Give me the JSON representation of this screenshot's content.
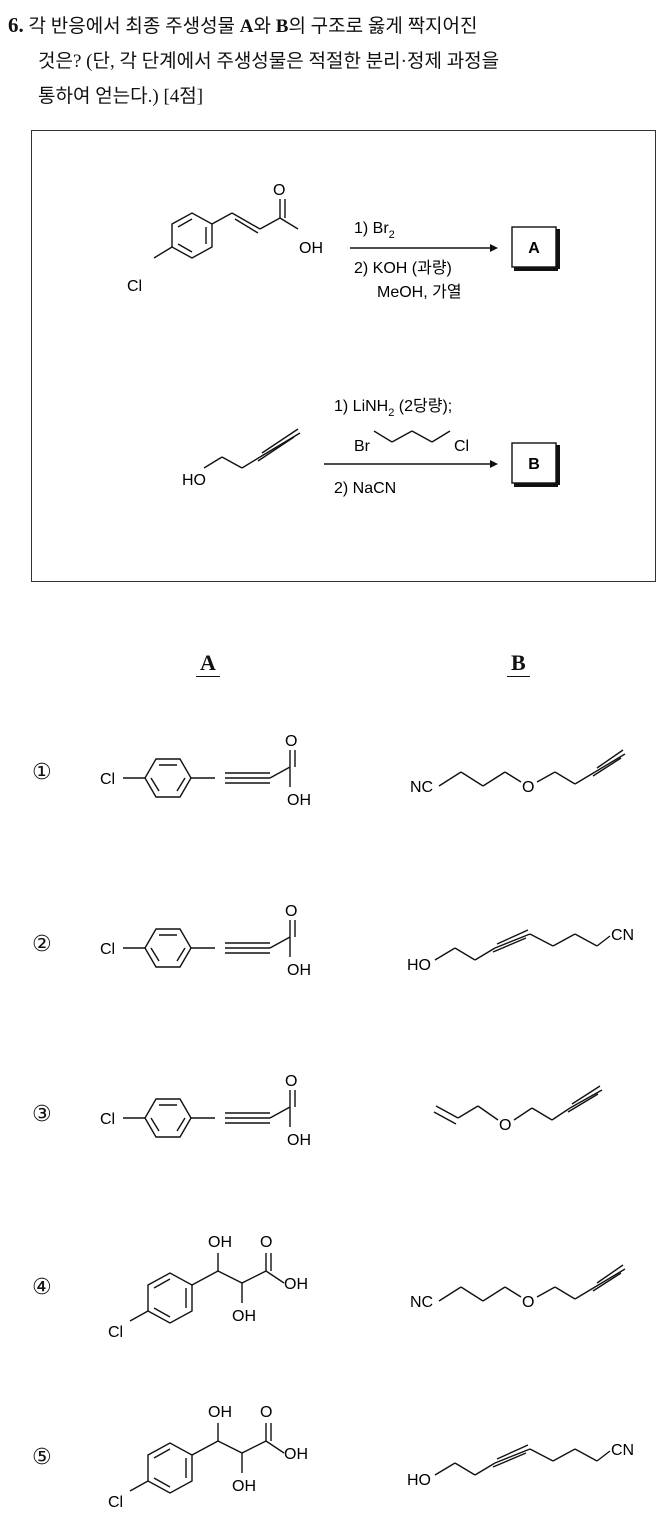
{
  "question": {
    "number": "6.",
    "line1_a": "각 반응에서 최종 주생성물 ",
    "label_a": "A",
    "line1_b": "와 ",
    "label_b": "B",
    "line1_c": "의 구조로 옳게 짝지어진",
    "line2": "것은? (단, 각 단계에서 주생성물은 적절한 분리·정제 과정을",
    "line3": "통하여 얻는다.) [4점]"
  },
  "scheme": {
    "r1": {
      "cl": "Cl",
      "o": "O",
      "oh": "OH",
      "step1": "1) Br",
      "step1_sub": "2",
      "step2": "2) KOH (과량)",
      "step3": "MeOH, 가열",
      "product": "A"
    },
    "r2": {
      "ho": "HO",
      "step1": "1) LiNH",
      "step1_sub": "2",
      "step1_tail": " (2당량);",
      "br": "Br",
      "cl": "Cl",
      "step2": "2) NaCN",
      "product": "B"
    }
  },
  "headers": {
    "a": "A",
    "b": "B"
  },
  "choices": [
    {
      "num": "①",
      "a": {
        "cl": "Cl",
        "o": "O",
        "oh": "OH"
      },
      "b": {
        "nc": "NC",
        "o": "O"
      }
    },
    {
      "num": "②",
      "a": {
        "cl": "Cl",
        "o": "O",
        "oh": "OH"
      },
      "b": {
        "ho": "HO",
        "cn": "CN"
      }
    },
    {
      "num": "③",
      "a": {
        "cl": "Cl",
        "o": "O",
        "oh": "OH"
      },
      "b": {
        "o": "O"
      }
    },
    {
      "num": "④",
      "a": {
        "cl": "Cl",
        "oh1": "OH",
        "o": "O",
        "oh2": "OH",
        "oh3": "OH"
      },
      "b": {
        "nc": "NC",
        "o": "O"
      }
    },
    {
      "num": "⑤",
      "a": {
        "cl": "Cl",
        "oh1": "OH",
        "o": "O",
        "oh2": "OH",
        "oh3": "OH"
      },
      "b": {
        "ho": "HO",
        "cn": "CN"
      }
    }
  ]
}
